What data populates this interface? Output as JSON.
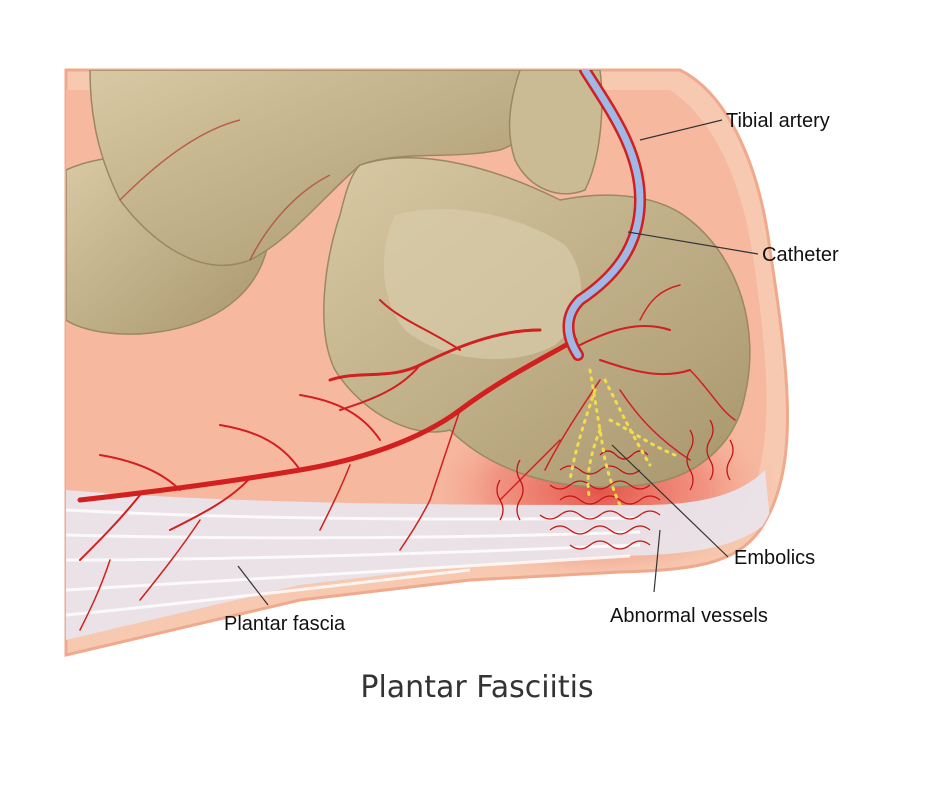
{
  "title": "Plantar Fasciitis",
  "labels": {
    "tibial_artery": "Tibial artery",
    "catheter": "Catheter",
    "embolics": "Embolics",
    "abnormal_vessels": "Abnormal vessels",
    "plantar_fascia": "Plantar fascia"
  },
  "colors": {
    "skin": "#f6c9b0",
    "skin_outline": "#f0a98c",
    "soft_tissue": "#f7b8a0",
    "bone": "#c9b791",
    "bone_shadow": "#9a8863",
    "artery": "#d21f1f",
    "catheter": "#9fb8e6",
    "fascia": "#e9e4ea",
    "embolic": "#f2dc4a",
    "text": "#111111"
  }
}
